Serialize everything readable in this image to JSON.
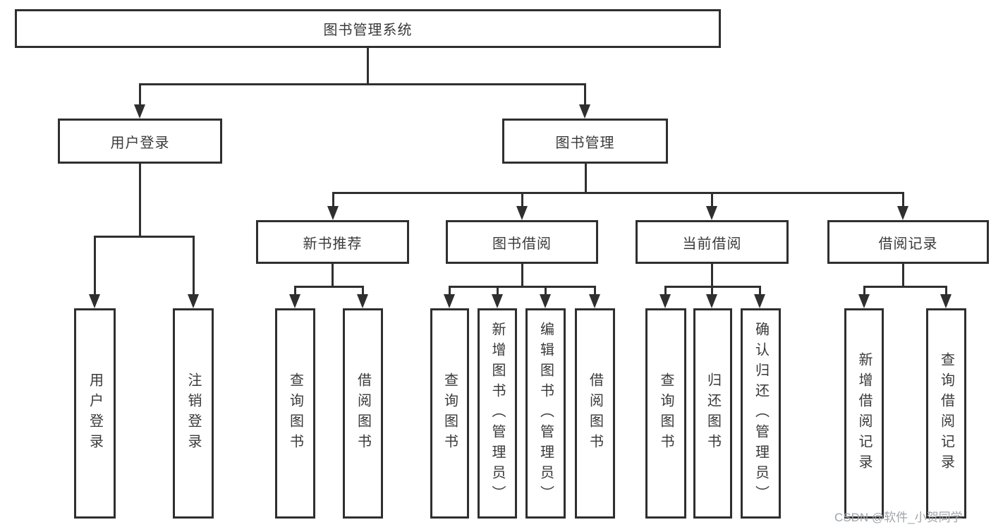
{
  "watermark": "CSDN @软件_小贺同学",
  "colors": {
    "line": "#2f2f2f",
    "text": "#3a3a3a",
    "box_background": "#ffffff",
    "watermark": "#a0a4a8"
  },
  "tree": {
    "label": "图书管理系统",
    "children": [
      {
        "label": "用户登录",
        "children": [
          {
            "label": "用户登录"
          },
          {
            "label": "注销登录"
          }
        ]
      },
      {
        "label": "图书管理",
        "children": [
          {
            "label": "新书推荐",
            "children": [
              {
                "label": "查询图书"
              },
              {
                "label": "借阅图书"
              }
            ]
          },
          {
            "label": "图书借阅",
            "children": [
              {
                "label": "查询图书"
              },
              {
                "label": "新增图书（管理员）"
              },
              {
                "label": "编辑图书（管理员）"
              },
              {
                "label": "借阅图书"
              }
            ]
          },
          {
            "label": "当前借阅",
            "children": [
              {
                "label": "查询图书"
              },
              {
                "label": "归还图书"
              },
              {
                "label": "确认归还（管理员）"
              }
            ]
          },
          {
            "label": "借阅记录",
            "children": [
              {
                "label": "新增借阅记录"
              },
              {
                "label": "查询借阅记录"
              }
            ]
          }
        ]
      }
    ]
  }
}
